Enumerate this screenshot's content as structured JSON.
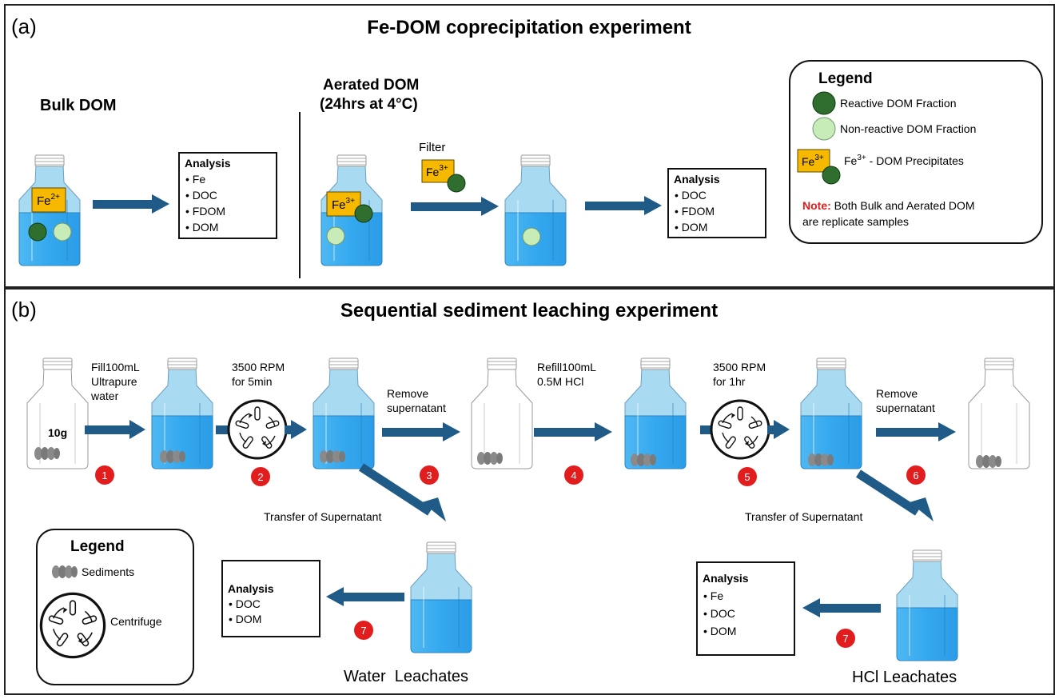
{
  "panel_a": {
    "label": "(a)",
    "title": "Fe-DOM coprecipitation experiment",
    "bulk_title": "Bulk DOM",
    "bulk_fe_base": "Fe",
    "bulk_fe_sup": "2+",
    "analysis1": {
      "title": "Analysis",
      "items": [
        "Fe",
        "DOC",
        "FDOM",
        "DOM"
      ]
    },
    "aerated_title_1": "Aerated DOM",
    "aerated_title_2": "(24hrs at 4°C)",
    "fe3_base": "Fe",
    "fe3_sup": "3+",
    "filter_label": "Filter",
    "analysis2": {
      "title": "Analysis",
      "items": [
        "DOC",
        "FDOM",
        "DOM"
      ]
    },
    "legend": {
      "title": "Legend",
      "reactive": "Reactive DOM Fraction",
      "nonreactive": "Non-reactive DOM Fraction",
      "precip": "- DOM Precipitates",
      "note_label": "Note:",
      "note_text_1": "Both Bulk and Aerated DOM",
      "note_text_2": "are replicate samples"
    }
  },
  "panel_b": {
    "label": "(b)",
    "title": "Sequential sediment leaching experiment",
    "sample_mass": "10g",
    "step1_l1": "Fill100mL",
    "step1_l2": "Ultrapure",
    "step1_l3": "water",
    "step2_l1": "3500 RPM",
    "step2_l2": "for 5min",
    "step3_l1": "Remove",
    "step3_l2": "supernatant",
    "step4_l1": "Refill100mL",
    "step4_l2": "0.5M HCl",
    "step5_l1": "3500 RPM",
    "step5_l2": "for 1hr",
    "step6_l1": "Remove",
    "step6_l2": "supernatant",
    "transfer_label": "Transfer of Supernatant",
    "step_numbers": [
      "1",
      "2",
      "3",
      "4",
      "5",
      "6",
      "7"
    ],
    "water_leachates": "Water  Leachates",
    "hcl_leachates": "HCl Leachates",
    "analysis_water": {
      "title": "Analysis",
      "items": [
        "DOC",
        "DOM"
      ]
    },
    "analysis_hcl": {
      "title": "Analysis",
      "items": [
        "Fe",
        "DOC",
        "DOM"
      ]
    },
    "legend": {
      "title": "Legend",
      "sediments": "Sediments",
      "centrifuge": "Centrifuge"
    }
  },
  "colors": {
    "water_top": "#a6d8f0",
    "water": "#3aacf0",
    "arrow": "#1f5b86",
    "fe_box": "#f7b800",
    "reactive": "#2f6e2f",
    "nonreactive": "#c8ecb8",
    "step_badge": "#e11d1d",
    "note": "#e11d1d"
  }
}
